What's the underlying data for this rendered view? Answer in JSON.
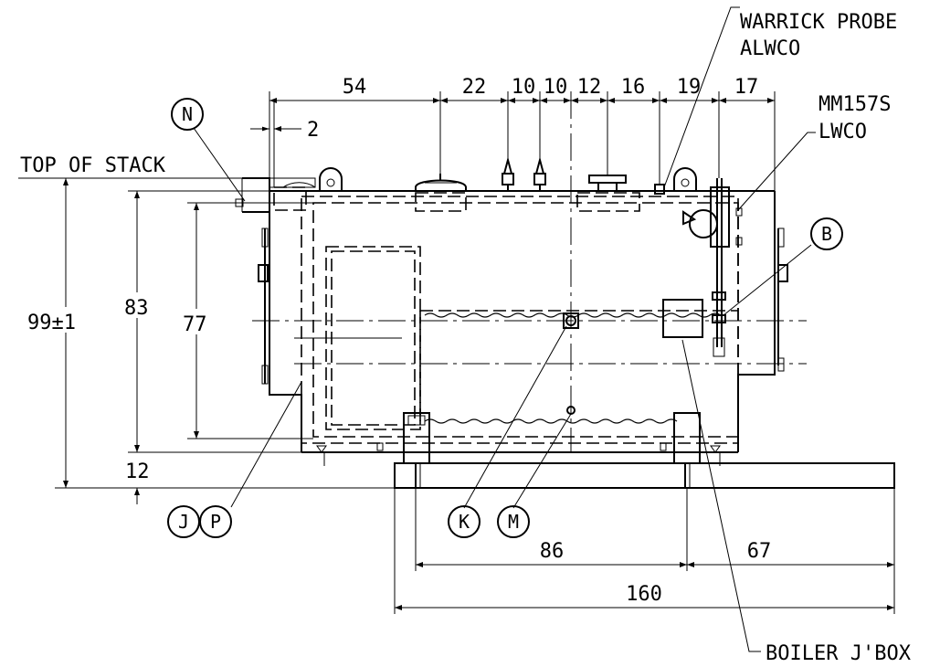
{
  "labels": {
    "warrick_probe": "WARRICK PROBE",
    "alwco": "ALWCO",
    "mm157s": "MM157S",
    "lwco": "LWCO",
    "top_of_stack": "TOP OF STACK",
    "boiler_jbox": "BOILER J'BOX"
  },
  "dimensions": {
    "top": [
      "54",
      "22",
      "10",
      "10",
      "12",
      "16",
      "19",
      "17"
    ],
    "small_offset": "2",
    "overall_height": "99±1",
    "height_83": "83",
    "height_77": "77",
    "base_height": "12",
    "base_left": "86",
    "base_right": "67",
    "base_total": "160"
  },
  "callouts": [
    "N",
    "B",
    "J",
    "P",
    "K",
    "M"
  ]
}
